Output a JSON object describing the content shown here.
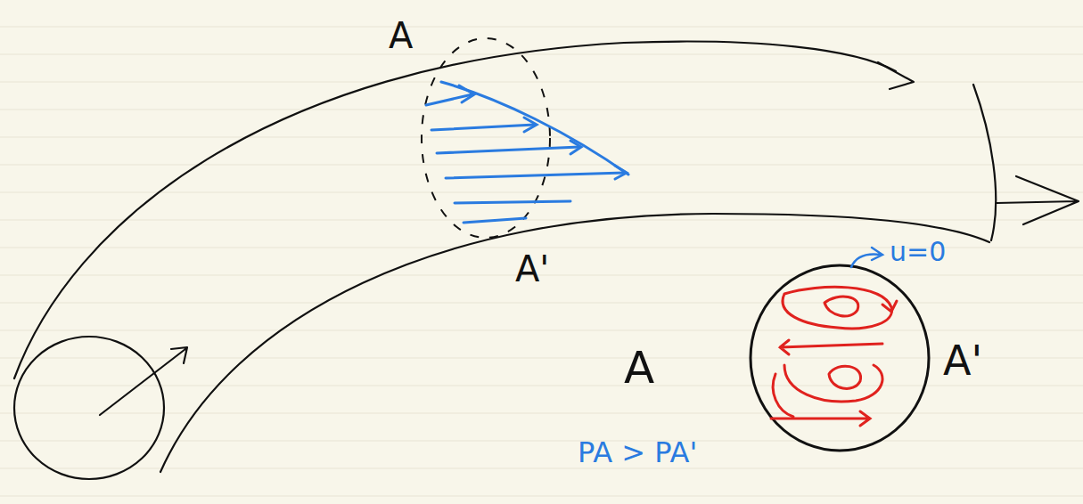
{
  "diagram": {
    "labels": [
      "A",
      "A'",
      "u=0",
      "A",
      "A'",
      "PA > PA'"
    ]
  }
}
